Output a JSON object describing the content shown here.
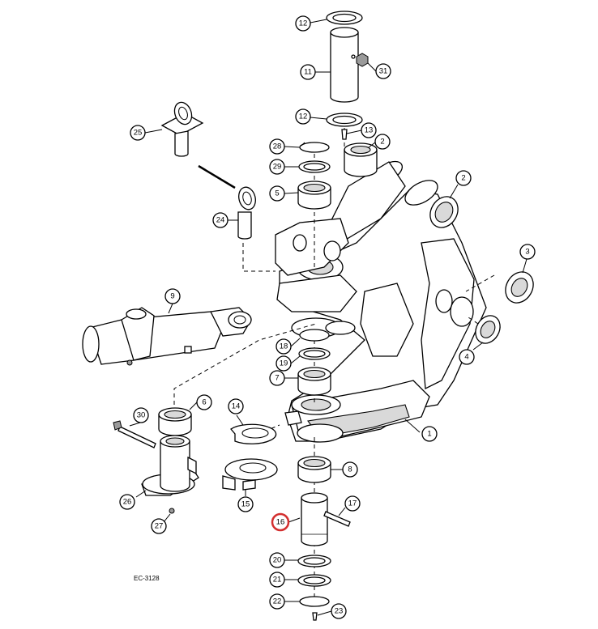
{
  "diagram": {
    "drawing_code": "EC-3128",
    "highlighted_part": "16",
    "highlight_color": "#d32f2f",
    "callouts": [
      "1",
      "2",
      "2",
      "3",
      "4",
      "5",
      "6",
      "7",
      "8",
      "9",
      "11",
      "12",
      "12",
      "13",
      "14",
      "15",
      "16",
      "17",
      "18",
      "19",
      "20",
      "21",
      "22",
      "23",
      "24",
      "25",
      "26",
      "27",
      "28",
      "29",
      "30",
      "31"
    ]
  }
}
